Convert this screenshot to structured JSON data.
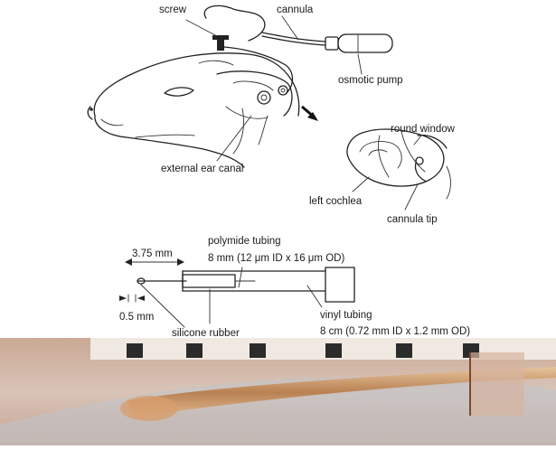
{
  "labels": {
    "screw": "screw",
    "cannula": "cannula",
    "osmotic_pump": "osmotic pump",
    "external_ear_canal": "external ear canal",
    "round_window": "round window",
    "left_cochlea": "left cochlea",
    "cannula_tip": "cannula tip"
  },
  "schematic": {
    "length_left": "3.75 mm",
    "polymide_line1": "polymide tubing",
    "polymide_line2": "8 mm (12 μm ID x 16 μm OD)",
    "gap": "0.5 mm",
    "silicone": "silicone rubber",
    "vinyl_line1": "vinyl tubing",
    "vinyl_line2": "8 cm (0.72 mm ID x 1.2 mm OD)"
  }
}
